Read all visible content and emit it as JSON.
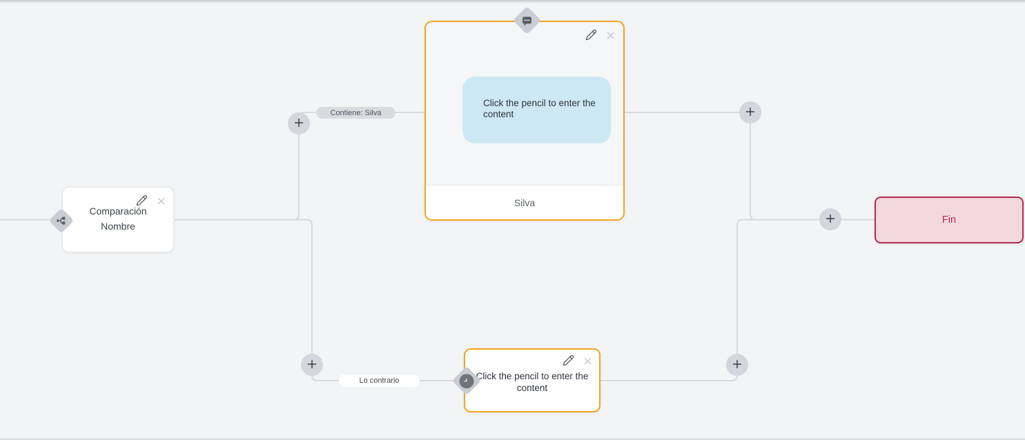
{
  "flow": {
    "condition_node": {
      "title_line1": "Comparación",
      "title_line2": "Nombre"
    },
    "message_node": {
      "bubble_text": "Click the pencil to enter the content",
      "footer_label": "Silva"
    },
    "wait_node": {
      "body_text": "Click the pencil to enter the content"
    },
    "end_node": {
      "label": "Fin"
    },
    "edge_labels": {
      "branch_true": "Contiene: Silva",
      "branch_false": "Lo contrario"
    },
    "close_glyph": "×",
    "colors": {
      "canvas_bg": "#f3f4f6",
      "edge": "#d7d9dd",
      "node_accent_orange": "#f6a31f",
      "end_accent_red": "#b32b4e",
      "end_bg": "#f3d8dd",
      "bubble_blue": "#cde8f5",
      "diamond_gray": "#c9cdd3",
      "plus_circle": "#d3d6da"
    }
  }
}
